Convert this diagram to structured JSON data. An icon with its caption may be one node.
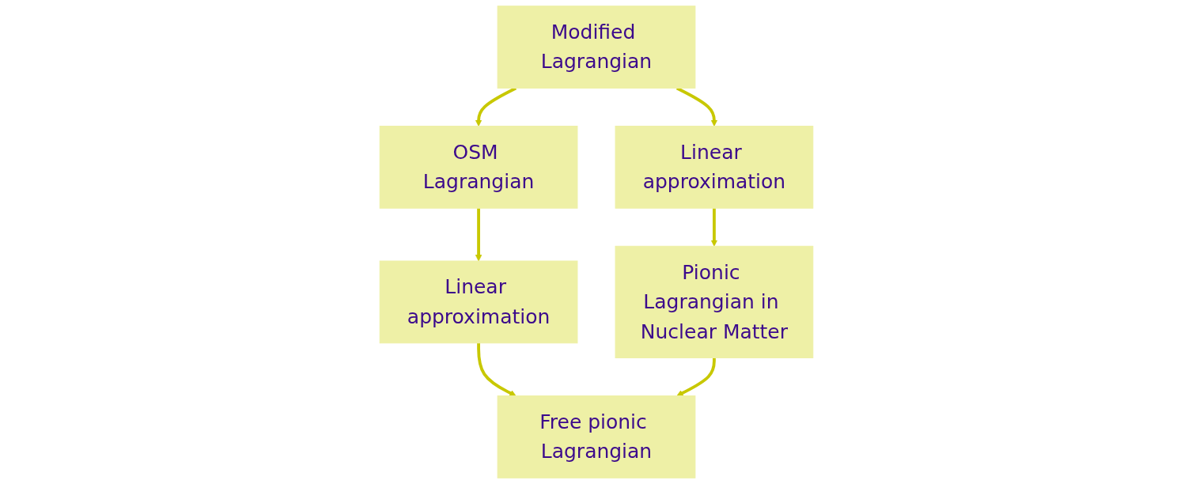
{
  "diagram": {
    "nodes": [
      {
        "text": [
          "OSM Lagrangian"
        ]
      },
      {
        "text": [
          "Modified Lagrangian"
        ]
      },
      {
        "text": [
          "Linear approximation"
        ]
      },
      {
        "text": [
          "Linear approximation"
        ]
      },
      {
        "text": [
          "Free pionic Lagrangian"
        ]
      },
      {
        "text": [
          "Pionic Lagrangian in Nuclear Matter"
        ]
      }
    ],
    "edges": [
      {
        "from": 1,
        "to": 0,
        "arrow": "to"
      },
      {
        "from": 0,
        "to": 2,
        "arrow": "to"
      },
      {
        "from": 1,
        "to": 3,
        "arrow": "to"
      },
      {
        "from": 2,
        "to": 4,
        "arrow": "to"
      },
      {
        "from": 3,
        "to": 5,
        "arrow": "to"
      },
      {
        "from": 5,
        "to": 4,
        "arrow": "to"
      }
    ]
  }
}
